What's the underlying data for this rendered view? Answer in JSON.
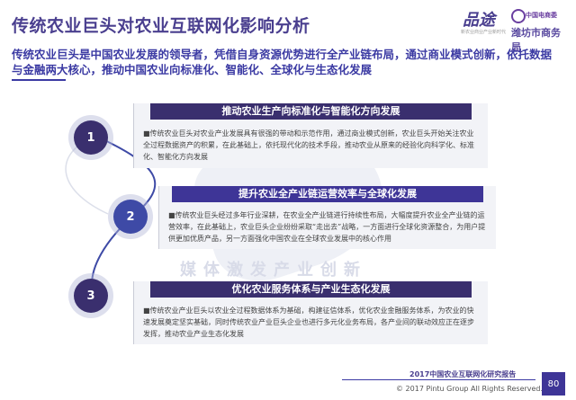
{
  "header": {
    "title": "传统农业巨头对农业互联网化影响分析",
    "logo": {
      "script": "品途",
      "script_sub": "新农业商业产业新时代",
      "org_cn": "中国电商委",
      "org_city": "潍坊市商务局"
    }
  },
  "intro": "传统农业巨头是中国农业发展的领导者，凭借自身资源优势进行全产业链布局，通过商业模式创新，依托数据与金融两大核心，推动中国农业向标准化、智能化、全球化与生态化发展",
  "watermark": "媒体激发产业创新",
  "steps": [
    {
      "number": "1",
      "title": "推动农业生产向标准化与智能化方向发展",
      "text": "■传统农业巨头对农业产业发展具有很强的带动和示范作用，通过商业模式创新，农业巨头开始关注农业全过程数据资产的积累，在此基础上，依托现代化的技术手段，推动农业从原来的经验化向科学化、标准化、智能化方向发展"
    },
    {
      "number": "2",
      "title": "提升农业全产业链运营效率与全球化发展",
      "text": "■传统农业巨头经过多年行业深耕，在农业全产业链进行持续性布局，大幅度提升农业全产业链的运营效率，在此基础上，农业巨头企业纷纷采取“走出去”战略，一方面进行全球化资源整合，为用户提供更加优质产品，另一方面强化中国农业在全球农业发展中的核心作用"
    },
    {
      "number": "3",
      "title": "优化农业服务体系与产业生态化发展",
      "text": "■传统农业产业巨头以农业全过程数据体系为基础，构建征信体系，优化农业金融服务体系，为农业的快速发展奠定坚实基础，同时传统农业产业巨头企业也进行多元化业务布局，各产业间的联动效应正在逐步发挥，推动农业产业生态化发展"
    }
  ],
  "footer": {
    "report": "2017中国农业互联网化研究报告",
    "copyright": "© 2017 Pintu Group All Rights Reserved.",
    "page": "80"
  },
  "colors": {
    "title": "#4a3f8f",
    "intro": "#3b3aa3",
    "card_title_1": "#3a2f6e",
    "card_title_2": "#3e3597",
    "card_title_3": "#3a2f6e",
    "card_bg": "#f2f3f7"
  }
}
